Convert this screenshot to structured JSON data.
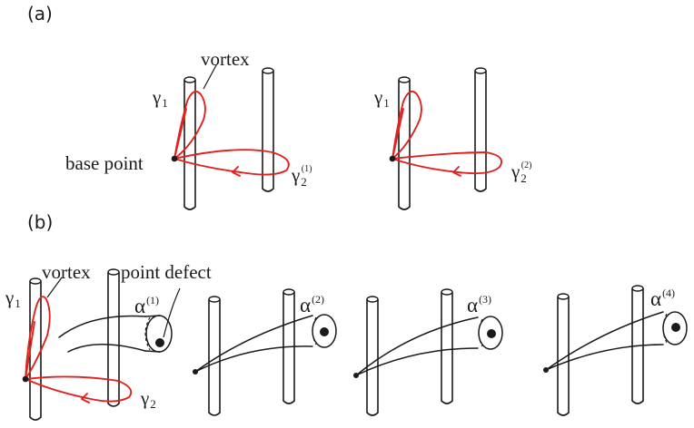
{
  "panels": {
    "a": {
      "label": "(a)"
    },
    "b": {
      "label": "(b)"
    }
  },
  "labels": {
    "vortex": "vortex",
    "base_point": "base point",
    "point_defect": "point defect",
    "gamma": "γ",
    "sub_1": "1",
    "sub_2": "2",
    "sup_1": "(1)",
    "sup_2": "(2)",
    "sup_3": "(3)",
    "sup_4": "(4)",
    "alpha": "α"
  },
  "colors": {
    "loop": "#e0221f",
    "ink": "#1a1a1a"
  }
}
